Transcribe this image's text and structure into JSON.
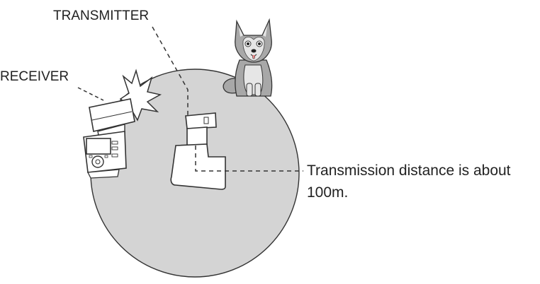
{
  "labels": {
    "transmitter": "TRANSMITTER",
    "receiver": "RECEIVER",
    "distance_line1": "Transmission distance is about",
    "distance_line2": "100m."
  },
  "colors": {
    "range_fill": "#d4d4d4",
    "outline": "#333333",
    "device_fill": "#ffffff",
    "dog_body": "#a8a8a8",
    "dog_light": "#e6e6e6",
    "dog_dark": "#444444",
    "text": "#222222"
  }
}
